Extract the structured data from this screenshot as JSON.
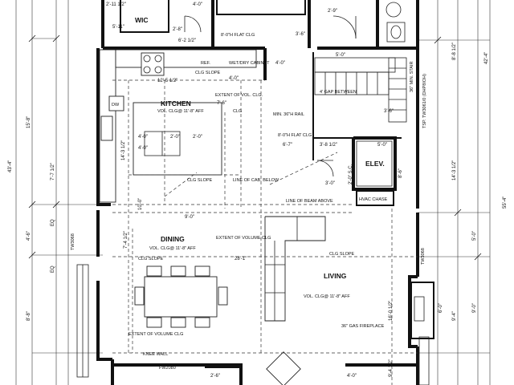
{
  "rooms": {
    "wic": "WIC",
    "kitchen": "KITCHEN",
    "elev": "ELEV.",
    "dining": "DINING",
    "living": "LIVING"
  },
  "notes": {
    "flat_clg_top": "8'-0\"H FLAT CLG",
    "refr": "REF.",
    "clg_slope_kitchen": "CLG SLOPE",
    "wet_dry_cabinet": "WET/DRY CABINET",
    "kitchen_clg": "VOL. CLG@ 11'-8\" AFF",
    "extent_vol_clg_kitchen": "EXTENT OF VOL. CLG.",
    "clg_kitchen_side": "CLG",
    "min_36_rail": "MIN. 36\"H RAIL",
    "flat_clg_stairs": "8'-0\"H FLAT CLG",
    "stair_gap": "4' GAP BETWEEN",
    "dw": "DW",
    "clg_slope_mid": "CLG SLOPE",
    "line_of_cab_below": "LINE OF CAB. BELOW",
    "line_of_beam_above": "LINE OF BEAM ABOVE",
    "hvac_chase": "HVAC CHASE",
    "dining_clg": "VOL. CLG@ 11'-8\" AFF",
    "extent_vol_clg_dining": "EXTENT OF VOLUME CLG",
    "clg_slope_dining": "CLG SLOPE",
    "clg_slope_living": "CLG SLOPE",
    "living_clg": "VOL. CLG@ 11'-8\" AFF",
    "gas_fireplace": "36\" GAS FIREPLACE",
    "extent_vol_clg_bottom": "EXTENT OF VOLUME CLG",
    "knee_wall": "KNEE WALL",
    "window_fw": "FW2080",
    "window_tw_left": "TW3068",
    "window_tw_right": "TW3068",
    "door_right_top": "TSP. TW3061/0 (DHP8IOH)",
    "stair_dn": "36\" MIN. STAIR"
  },
  "dimensions": {
    "left_outer_top": "43'-4\"",
    "left_mid_1": "15'-8\"",
    "left_mid_2": "7'-7 1/2\"",
    "left_mid_3": "8'-8\"",
    "left_eq1": "EQ",
    "left_eq2": "EQ",
    "left_mid_4": "4'-6\"",
    "right_outer": "55'-4\"",
    "right_top": "42'-4\"",
    "right_mid_1": "8'-8 1/2\"",
    "right_mid_2": "14'-3 1/2\"",
    "right_mid_3": "9'-4\"",
    "right_mid_4": "9'-0\"",
    "right_mid_5": "5'-0\"",
    "top_2_8": "2'-8\"",
    "top_4_0": "4'-0\"",
    "top_2_9": "2'-9\"",
    "top_2_11": "2'-11 1/2\"",
    "top_5_11": "5'-11\"",
    "top_6_2": "6'-2 1/2\"",
    "top_3_6": "3'-6\"",
    "kitchen_12_5": "12'-5 1/2\"",
    "kitchen_4_0": "4'-0\"",
    "kitchen_7_6": "7'-6\"",
    "kitchen_2_0a": "2'-0\"",
    "kitchen_2_0b": "2'-0\"",
    "kitchen_4_0b": "4'-0\"",
    "stair_5_0": "5'-0\"",
    "stair_4_0": "4'-0\"",
    "stair_3_6": "3'-6\"",
    "stair_6_7": "6'-7\"",
    "stair_3_8": "3'-8 1/2\"",
    "elev_5_0": "5'-0\"",
    "elev_8_6": "8'-6\"",
    "elev_2_0": "2'-0\" S.C.",
    "elev_3_0": "3'-0\"",
    "dining_9_0": "9'-0\"",
    "dining_28_1": "28'-1\"",
    "dining_7_4": "7'-4 1/2\"",
    "dining_10_0": "10'-0\"",
    "living_16_0": "16'-0 1/2\"",
    "living_9_4": "9'-4 1/2\"",
    "living_6_0": "6'-0\"",
    "living_2_6": "2'-6\"",
    "living_4_0": "4'-0\"",
    "kitchen_14_3": "14'-3 1/2\"",
    "kitchen_4_0c": "4'-0\""
  }
}
